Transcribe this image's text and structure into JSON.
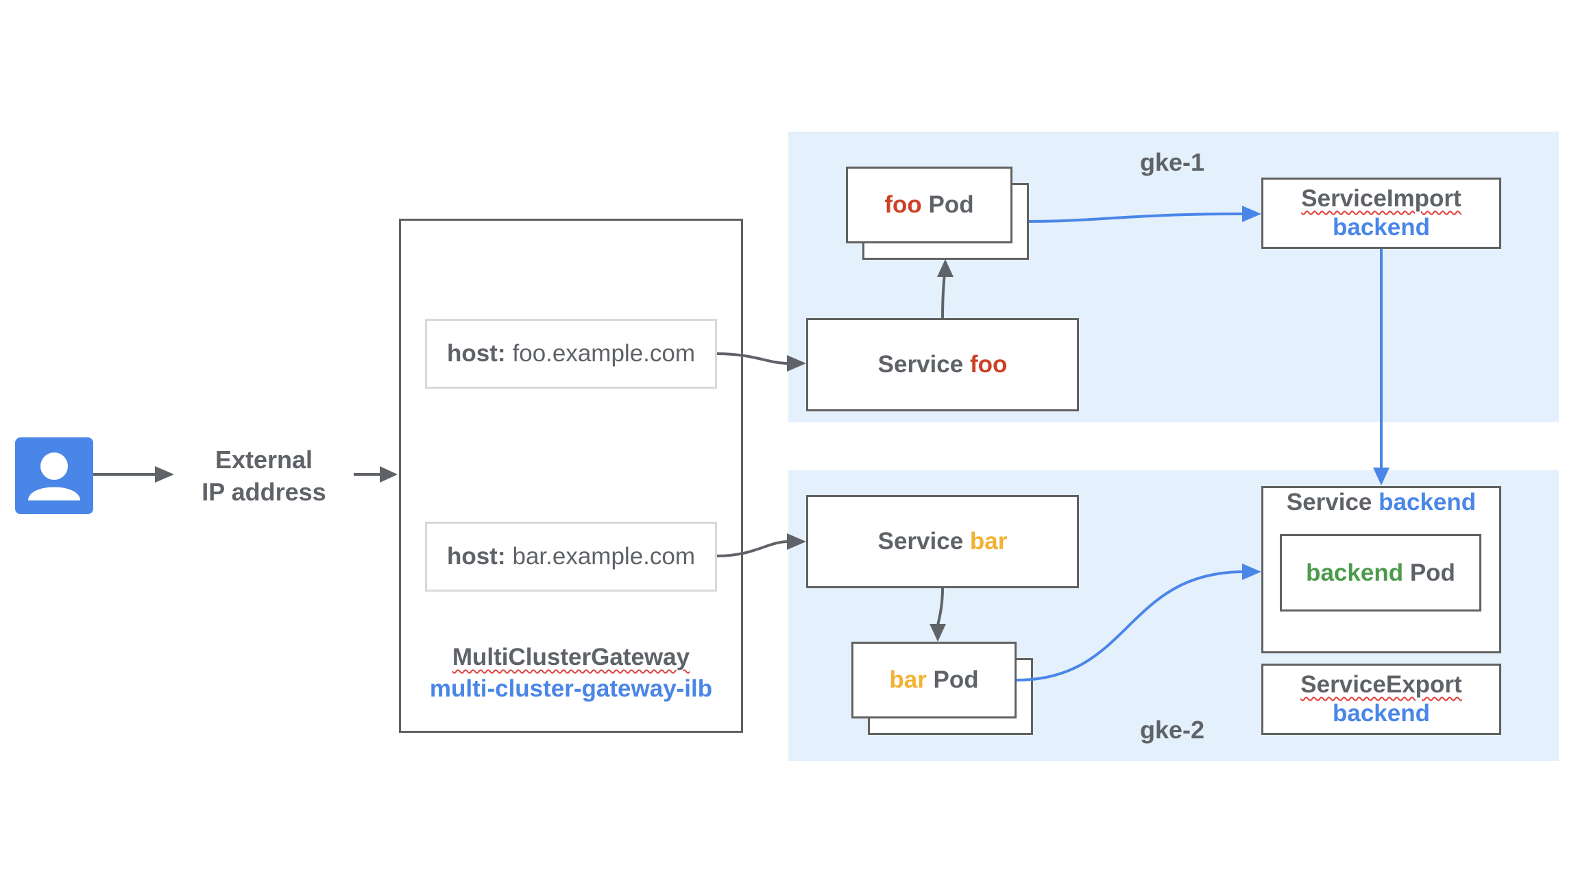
{
  "external": {
    "line1": "External",
    "line2": "IP address"
  },
  "gateway": {
    "kind": "MultiClusterGateway",
    "name": "multi-cluster-gateway-ilb"
  },
  "hosts": [
    {
      "key": "host:",
      "value": "foo.example.com"
    },
    {
      "key": "host:",
      "value": "bar.example.com"
    }
  ],
  "clusters": [
    {
      "name": "gke-1"
    },
    {
      "name": "gke-2"
    }
  ],
  "foo_pod": {
    "name": "foo",
    "kind": "Pod"
  },
  "service_foo": {
    "kind": "Service",
    "name": "foo"
  },
  "service_import": {
    "kind": "ServiceImport",
    "name": "backend"
  },
  "service_bar": {
    "kind": "Service",
    "name": "bar"
  },
  "bar_pod": {
    "name": "bar",
    "kind": "Pod"
  },
  "service_backend": {
    "kind": "Service",
    "name": "backend"
  },
  "backend_pod": {
    "name": "backend",
    "kind": "Pod"
  },
  "service_export": {
    "kind": "ServiceExport",
    "name": "backend"
  },
  "colors": {
    "foo": "#cc4125",
    "bar": "#f2b233",
    "backend": "#4a86e8",
    "pod_backend": "#4c9a4c",
    "cluster_bg": "#e4f0fb",
    "user_icon": "#4a86e8"
  },
  "icons": {
    "user": "person-icon"
  }
}
